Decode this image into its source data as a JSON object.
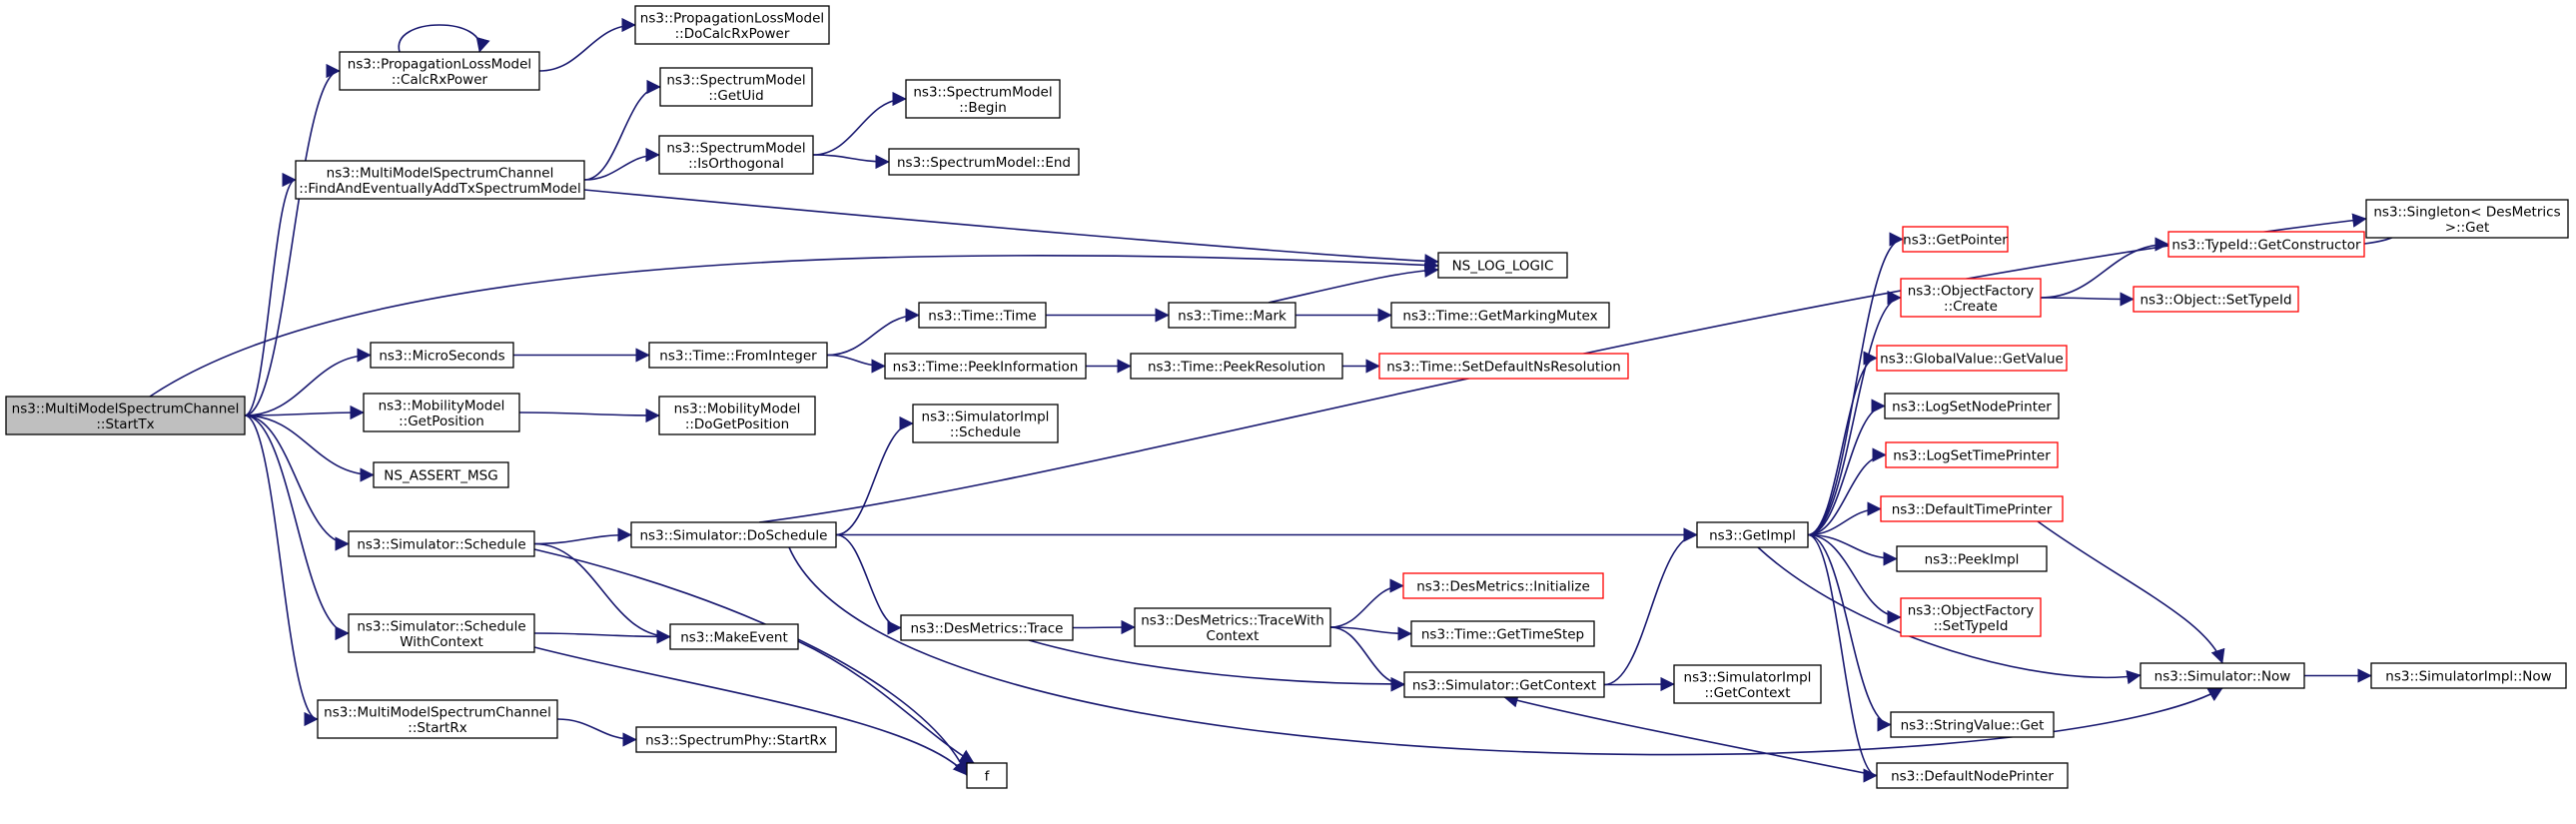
{
  "title": "",
  "colors": {
    "edge": "#191970",
    "node_border": "#000000",
    "node_border_undocumented": "#ff0000",
    "root_fill": "#bfbfbf"
  },
  "nodes": [
    {
      "id": "startTx",
      "lines": [
        "ns3::MultiModelSpectrumChannel",
        "::StartTx"
      ],
      "style": "root"
    },
    {
      "id": "calcRx",
      "lines": [
        "ns3::PropagationLossModel",
        "::CalcRxPower"
      ],
      "style": "normal"
    },
    {
      "id": "doCalcRx",
      "lines": [
        "ns3::PropagationLossModel",
        "::DoCalcRxPower"
      ],
      "style": "normal"
    },
    {
      "id": "findAdd",
      "lines": [
        "ns3::MultiModelSpectrumChannel",
        "::FindAndEventuallyAddTxSpectrumModel"
      ],
      "style": "normal"
    },
    {
      "id": "getUid",
      "lines": [
        "ns3::SpectrumModel",
        "::GetUid"
      ],
      "style": "normal"
    },
    {
      "id": "isOrth",
      "lines": [
        "ns3::SpectrumModel",
        "::IsOrthogonal"
      ],
      "style": "normal"
    },
    {
      "id": "smBegin",
      "lines": [
        "ns3::SpectrumModel",
        "::Begin"
      ],
      "style": "normal"
    },
    {
      "id": "smEnd",
      "lines": [
        "ns3::SpectrumModel::End"
      ],
      "style": "normal"
    },
    {
      "id": "nsLog",
      "lines": [
        "NS_LOG_LOGIC"
      ],
      "style": "normal"
    },
    {
      "id": "micro",
      "lines": [
        "ns3::MicroSeconds"
      ],
      "style": "normal"
    },
    {
      "id": "fromInt",
      "lines": [
        "ns3::Time::FromInteger"
      ],
      "style": "normal"
    },
    {
      "id": "timeTime",
      "lines": [
        "ns3::Time::Time"
      ],
      "style": "normal"
    },
    {
      "id": "timeMark",
      "lines": [
        "ns3::Time::Mark"
      ],
      "style": "normal"
    },
    {
      "id": "getMutex",
      "lines": [
        "ns3::Time::GetMarkingMutex"
      ],
      "style": "normal"
    },
    {
      "id": "peekInfo",
      "lines": [
        "ns3::Time::PeekInformation"
      ],
      "style": "normal"
    },
    {
      "id": "peekRes",
      "lines": [
        "ns3::Time::PeekResolution"
      ],
      "style": "normal"
    },
    {
      "id": "setDefRes",
      "lines": [
        "ns3::Time::SetDefaultNsResolution"
      ],
      "style": "red"
    },
    {
      "id": "mobGetPos",
      "lines": [
        "ns3::MobilityModel",
        "::GetPosition"
      ],
      "style": "normal"
    },
    {
      "id": "mobDoGetPos",
      "lines": [
        "ns3::MobilityModel",
        "::DoGetPosition"
      ],
      "style": "normal"
    },
    {
      "id": "nsAssert",
      "lines": [
        "NS_ASSERT_MSG"
      ],
      "style": "normal"
    },
    {
      "id": "simImplSched",
      "lines": [
        "ns3::SimulatorImpl",
        "::Schedule"
      ],
      "style": "normal"
    },
    {
      "id": "simSched",
      "lines": [
        "ns3::Simulator::Schedule"
      ],
      "style": "normal"
    },
    {
      "id": "doSched",
      "lines": [
        "ns3::Simulator::DoSchedule"
      ],
      "style": "normal"
    },
    {
      "id": "schedCtx",
      "lines": [
        "ns3::Simulator::Schedule",
        "WithContext"
      ],
      "style": "normal"
    },
    {
      "id": "makeEvent",
      "lines": [
        "ns3::MakeEvent"
      ],
      "style": "normal"
    },
    {
      "id": "dmTrace",
      "lines": [
        "ns3::DesMetrics::Trace"
      ],
      "style": "normal"
    },
    {
      "id": "dmTraceCtx",
      "lines": [
        "ns3::DesMetrics::TraceWith",
        "Context"
      ],
      "style": "normal"
    },
    {
      "id": "dmInit",
      "lines": [
        "ns3::DesMetrics::Initialize"
      ],
      "style": "red"
    },
    {
      "id": "getTimeStep",
      "lines": [
        "ns3::Time::GetTimeStep"
      ],
      "style": "normal"
    },
    {
      "id": "simGetCtx",
      "lines": [
        "ns3::Simulator::GetContext"
      ],
      "style": "normal"
    },
    {
      "id": "simImplGetCtx",
      "lines": [
        "ns3::SimulatorImpl",
        "::GetContext"
      ],
      "style": "normal"
    },
    {
      "id": "startRx",
      "lines": [
        "ns3::MultiModelSpectrumChannel",
        "::StartRx"
      ],
      "style": "normal"
    },
    {
      "id": "phyStartRx",
      "lines": [
        "ns3::SpectrumPhy::StartRx"
      ],
      "style": "normal"
    },
    {
      "id": "fNode",
      "lines": [
        "f"
      ],
      "style": "normal"
    },
    {
      "id": "getImpl",
      "lines": [
        "ns3::GetImpl"
      ],
      "style": "normal"
    },
    {
      "id": "getPointer",
      "lines": [
        "ns3::GetPointer"
      ],
      "style": "red"
    },
    {
      "id": "ofCreate",
      "lines": [
        "ns3::ObjectFactory",
        "::Create"
      ],
      "style": "red"
    },
    {
      "id": "gvGetValue",
      "lines": [
        "ns3::GlobalValue::GetValue"
      ],
      "style": "red"
    },
    {
      "id": "logNodePrinter",
      "lines": [
        "ns3::LogSetNodePrinter"
      ],
      "style": "normal"
    },
    {
      "id": "logTimePrinter",
      "lines": [
        "ns3::LogSetTimePrinter"
      ],
      "style": "red"
    },
    {
      "id": "defTimePrinter",
      "lines": [
        "ns3::DefaultTimePrinter"
      ],
      "style": "red"
    },
    {
      "id": "peekImpl",
      "lines": [
        "ns3::PeekImpl"
      ],
      "style": "normal"
    },
    {
      "id": "ofSetTypeId",
      "lines": [
        "ns3::ObjectFactory",
        "::SetTypeId"
      ],
      "style": "red"
    },
    {
      "id": "strGet",
      "lines": [
        "ns3::StringValue::Get"
      ],
      "style": "normal"
    },
    {
      "id": "defNodePrinter",
      "lines": [
        "ns3::DefaultNodePrinter"
      ],
      "style": "normal"
    },
    {
      "id": "tidGetCtor",
      "lines": [
        "ns3::TypeId::GetConstructor"
      ],
      "style": "red"
    },
    {
      "id": "objSetTypeId",
      "lines": [
        "ns3::Object::SetTypeId"
      ],
      "style": "red"
    },
    {
      "id": "singletonGet",
      "lines": [
        "ns3::Singleton< DesMetrics",
        ">::Get"
      ],
      "style": "normal"
    },
    {
      "id": "simNow",
      "lines": [
        "ns3::Simulator::Now"
      ],
      "style": "normal"
    },
    {
      "id": "simImplNow",
      "lines": [
        "ns3::SimulatorImpl::Now"
      ],
      "style": "normal"
    }
  ],
  "edges": [
    {
      "from": "startTx",
      "to": "calcRx"
    },
    {
      "from": "calcRx",
      "to": "calcRx"
    },
    {
      "from": "calcRx",
      "to": "doCalcRx"
    },
    {
      "from": "startTx",
      "to": "findAdd"
    },
    {
      "from": "findAdd",
      "to": "getUid"
    },
    {
      "from": "findAdd",
      "to": "isOrth"
    },
    {
      "from": "isOrth",
      "to": "smBegin"
    },
    {
      "from": "isOrth",
      "to": "smEnd"
    },
    {
      "from": "findAdd",
      "to": "nsLog"
    },
    {
      "from": "startTx",
      "to": "nsLog"
    },
    {
      "from": "startTx",
      "to": "micro"
    },
    {
      "from": "micro",
      "to": "fromInt"
    },
    {
      "from": "fromInt",
      "to": "timeTime"
    },
    {
      "from": "fromInt",
      "to": "peekInfo"
    },
    {
      "from": "timeTime",
      "to": "timeMark"
    },
    {
      "from": "timeMark",
      "to": "nsLog"
    },
    {
      "from": "timeMark",
      "to": "getMutex"
    },
    {
      "from": "peekInfo",
      "to": "peekRes"
    },
    {
      "from": "peekRes",
      "to": "setDefRes"
    },
    {
      "from": "startTx",
      "to": "mobGetPos"
    },
    {
      "from": "mobGetPos",
      "to": "mobDoGetPos"
    },
    {
      "from": "startTx",
      "to": "nsAssert"
    },
    {
      "from": "startTx",
      "to": "simSched"
    },
    {
      "from": "startTx",
      "to": "schedCtx"
    },
    {
      "from": "startTx",
      "to": "startRx"
    },
    {
      "from": "simSched",
      "to": "doSched"
    },
    {
      "from": "simSched",
      "to": "makeEvent"
    },
    {
      "from": "simSched",
      "to": "fNode"
    },
    {
      "from": "doSched",
      "to": "simImplSched"
    },
    {
      "from": "doSched",
      "to": "singletonGet"
    },
    {
      "from": "doSched",
      "to": "getImpl"
    },
    {
      "from": "doSched",
      "to": "dmTrace"
    },
    {
      "from": "doSched",
      "to": "simNow"
    },
    {
      "from": "schedCtx",
      "to": "makeEvent"
    },
    {
      "from": "schedCtx",
      "to": "fNode"
    },
    {
      "from": "makeEvent",
      "to": "fNode"
    },
    {
      "from": "dmTrace",
      "to": "dmTraceCtx"
    },
    {
      "from": "dmTrace",
      "to": "simGetCtx"
    },
    {
      "from": "dmTraceCtx",
      "to": "dmInit"
    },
    {
      "from": "dmTraceCtx",
      "to": "getTimeStep"
    },
    {
      "from": "dmTraceCtx",
      "to": "simGetCtx"
    },
    {
      "from": "simGetCtx",
      "to": "getImpl"
    },
    {
      "from": "simGetCtx",
      "to": "simImplGetCtx"
    },
    {
      "from": "startRx",
      "to": "phyStartRx"
    },
    {
      "from": "getImpl",
      "to": "getPointer"
    },
    {
      "from": "getImpl",
      "to": "ofCreate"
    },
    {
      "from": "getImpl",
      "to": "gvGetValue"
    },
    {
      "from": "getImpl",
      "to": "logNodePrinter"
    },
    {
      "from": "getImpl",
      "to": "logTimePrinter"
    },
    {
      "from": "getImpl",
      "to": "defTimePrinter"
    },
    {
      "from": "getImpl",
      "to": "peekImpl"
    },
    {
      "from": "getImpl",
      "to": "ofSetTypeId"
    },
    {
      "from": "getImpl",
      "to": "strGet"
    },
    {
      "from": "getImpl",
      "to": "defNodePrinter"
    },
    {
      "from": "getImpl",
      "to": "simNow"
    },
    {
      "from": "ofCreate",
      "to": "tidGetCtor"
    },
    {
      "from": "ofCreate",
      "to": "objSetTypeId"
    },
    {
      "from": "tidGetCtor",
      "to": "singletonGet"
    },
    {
      "from": "defTimePrinter",
      "to": "simNow"
    },
    {
      "from": "defNodePrinter",
      "to": "simGetCtx"
    },
    {
      "from": "simNow",
      "to": "simImplNow"
    }
  ]
}
